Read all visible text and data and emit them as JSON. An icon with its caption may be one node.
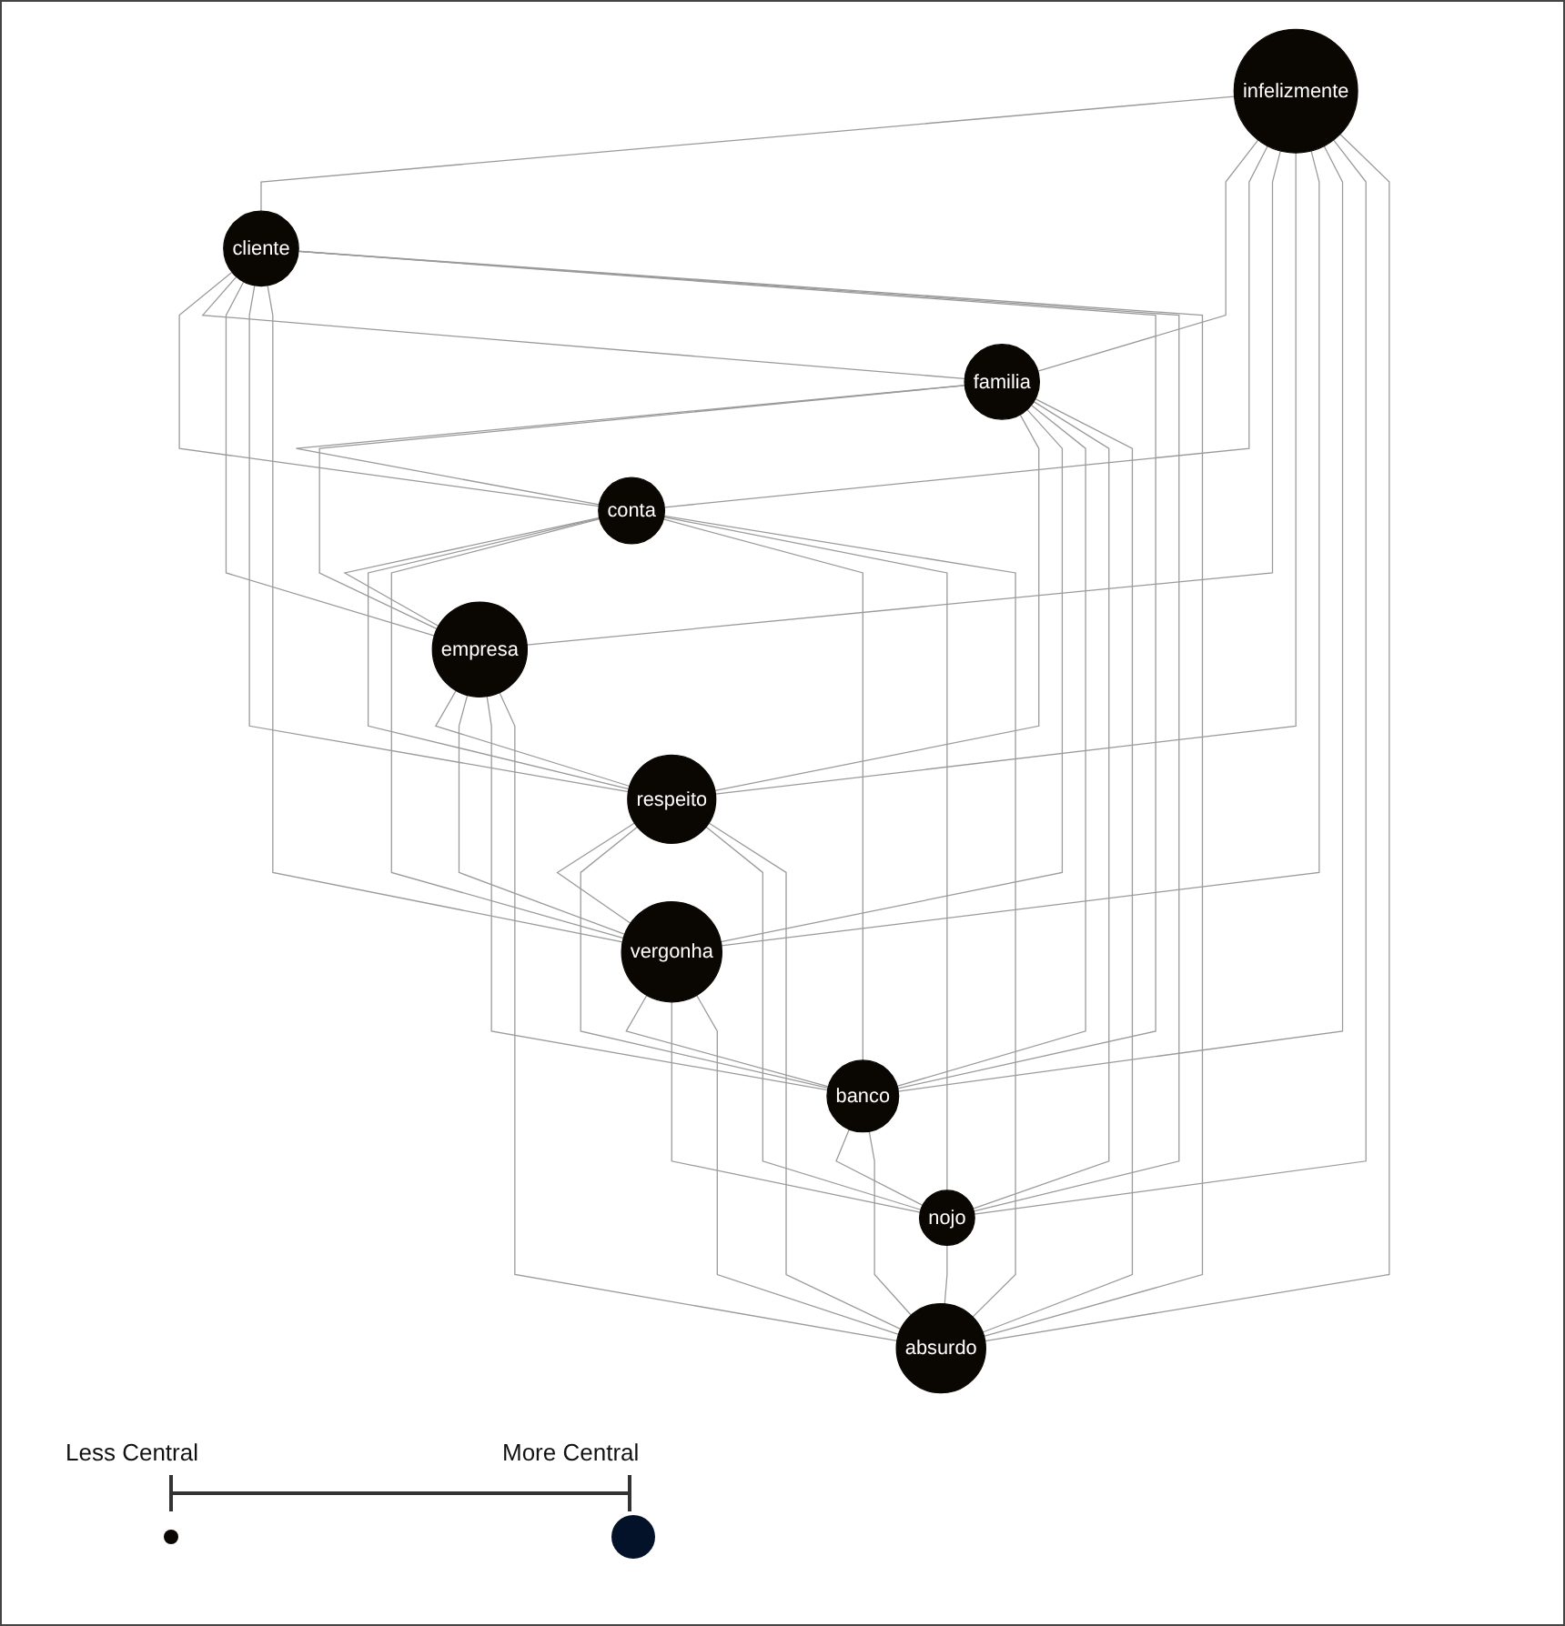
{
  "diagram": {
    "nodes": [
      {
        "text": [
          "infelizmente"
        ]
      },
      {
        "text": [
          "cliente"
        ]
      },
      {
        "text": [
          "conta"
        ]
      },
      {
        "text": [
          "familia"
        ]
      },
      {
        "text": [
          "empresa"
        ]
      },
      {
        "text": [
          "banco"
        ]
      },
      {
        "text": [
          "respeito"
        ]
      },
      {
        "text": [
          "vergonha"
        ]
      },
      {
        "text": [
          "nojo"
        ]
      },
      {
        "text": [
          "absurdo"
        ]
      }
    ],
    "edges": [
      {
        "from": 0,
        "to": 1,
        "arrow": "none"
      },
      {
        "from": 0,
        "to": 3,
        "arrow": "none"
      },
      {
        "from": 0,
        "to": 2,
        "arrow": "none"
      },
      {
        "from": 0,
        "to": 4,
        "arrow": "none"
      },
      {
        "from": 0,
        "to": 6,
        "arrow": "none"
      },
      {
        "from": 0,
        "to": 7,
        "arrow": "none"
      },
      {
        "from": 0,
        "to": 5,
        "arrow": "none"
      },
      {
        "from": 0,
        "to": 8,
        "arrow": "none"
      },
      {
        "from": 0,
        "to": 9,
        "arrow": "none"
      },
      {
        "from": 1,
        "to": 2,
        "arrow": "none"
      },
      {
        "from": 1,
        "to": 3,
        "arrow": "none"
      },
      {
        "from": 1,
        "to": 4,
        "arrow": "none"
      },
      {
        "from": 1,
        "to": 6,
        "arrow": "none"
      },
      {
        "from": 1,
        "to": 7,
        "arrow": "none"
      },
      {
        "from": 1,
        "to": 5,
        "arrow": "none"
      },
      {
        "from": 1,
        "to": 8,
        "arrow": "none"
      },
      {
        "from": 1,
        "to": 9,
        "arrow": "none"
      },
      {
        "from": 3,
        "to": 2,
        "arrow": "none"
      },
      {
        "from": 3,
        "to": 4,
        "arrow": "none"
      },
      {
        "from": 3,
        "to": 6,
        "arrow": "none"
      },
      {
        "from": 3,
        "to": 7,
        "arrow": "none"
      },
      {
        "from": 3,
        "to": 5,
        "arrow": "none"
      },
      {
        "from": 3,
        "to": 8,
        "arrow": "none"
      },
      {
        "from": 3,
        "to": 9,
        "arrow": "none"
      },
      {
        "from": 2,
        "to": 4,
        "arrow": "none"
      },
      {
        "from": 2,
        "to": 6,
        "arrow": "none"
      },
      {
        "from": 2,
        "to": 7,
        "arrow": "none"
      },
      {
        "from": 2,
        "to": 5,
        "arrow": "none"
      },
      {
        "from": 2,
        "to": 8,
        "arrow": "none"
      },
      {
        "from": 2,
        "to": 9,
        "arrow": "none"
      },
      {
        "from": 4,
        "to": 6,
        "arrow": "none"
      },
      {
        "from": 4,
        "to": 7,
        "arrow": "none"
      },
      {
        "from": 4,
        "to": 5,
        "arrow": "none"
      },
      {
        "from": 4,
        "to": 9,
        "arrow": "none"
      },
      {
        "from": 6,
        "to": 7,
        "arrow": "none"
      },
      {
        "from": 6,
        "to": 5,
        "arrow": "none"
      },
      {
        "from": 6,
        "to": 8,
        "arrow": "none"
      },
      {
        "from": 6,
        "to": 9,
        "arrow": "none"
      },
      {
        "from": 7,
        "to": 5,
        "arrow": "none"
      },
      {
        "from": 7,
        "to": 8,
        "arrow": "none"
      },
      {
        "from": 7,
        "to": 9,
        "arrow": "none"
      },
      {
        "from": 5,
        "to": 8,
        "arrow": "none"
      },
      {
        "from": 5,
        "to": 9,
        "arrow": "none"
      },
      {
        "from": 8,
        "to": 9,
        "arrow": "none"
      }
    ],
    "labels": [
      "Less Central",
      "More Central"
    ]
  }
}
